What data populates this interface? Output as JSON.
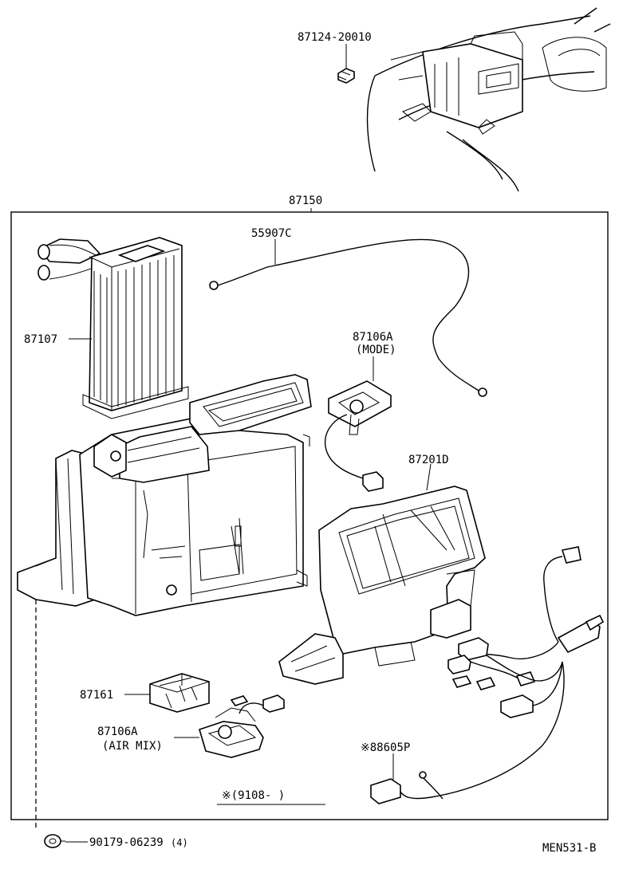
{
  "labels": {
    "top_clip": "87124-20010",
    "assembly": "87150",
    "cable": "55907C",
    "heater_core": "87107",
    "servo_mode": "87106A",
    "servo_mode_note": "(MODE)",
    "duct": "87201D",
    "resistor": "87161",
    "servo_airmix": "87106A",
    "servo_airmix_note": "(AIR MIX)",
    "harness": "※88605P",
    "serial_note": "※(9108-      )",
    "screw": "90179-06239",
    "screw_qty": "(4)",
    "diagram_code": "MEN531-B"
  }
}
